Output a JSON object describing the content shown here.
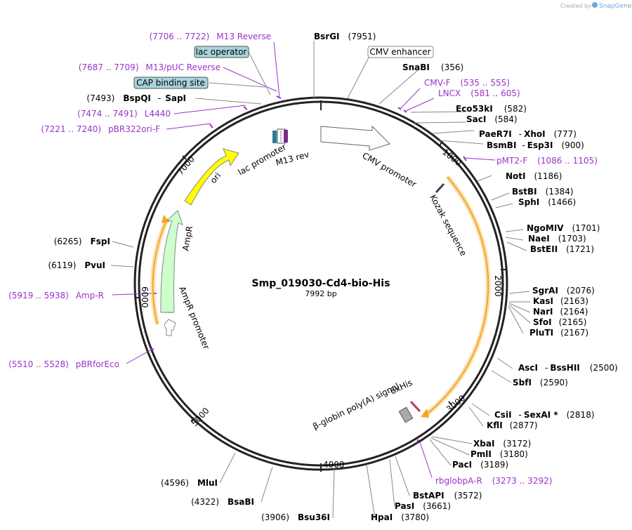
{
  "brand": {
    "created_by": "Created by",
    "name": "SnapGene"
  },
  "plasmid": {
    "name": "Smp_019030-Cd4-bio-His",
    "length": "7992 bp"
  },
  "ticks": [
    "1000",
    "2000",
    "3000",
    "4000",
    "5000",
    "6000",
    "7000"
  ],
  "features": {
    "cmv_promoter": "CMV promoter",
    "kozak": "Kozak sequence",
    "his": "6xHis",
    "polya": "β-globin poly(A) signal",
    "ampr": "AmpR",
    "ampr_promoter": "AmpR promoter",
    "ori": "ori",
    "lac_promoter": "lac promoter",
    "m13rev": "M13 rev"
  },
  "boxes": {
    "cmv_enhancer": "CMV enhancer",
    "lac_operator": "lac operator",
    "cap_site": "CAP binding site"
  },
  "enzymes": {
    "bsrgi": {
      "name": "BsrGI",
      "pos": "(7951)"
    },
    "snabi": {
      "name": "SnaBI",
      "pos": "(356)"
    },
    "eco53ki": {
      "name": "Eco53kI",
      "pos": "(582)"
    },
    "saci": {
      "name": "SacI",
      "pos": "(584)"
    },
    "paer7i": {
      "name": "PaeR7I",
      "sep": "-",
      "name2": "XhoI",
      "pos": "(777)"
    },
    "bsmbi": {
      "name": "BsmBI",
      "sep": "-",
      "name2": "Esp3I",
      "pos": "(900)"
    },
    "noti": {
      "name": "NotI",
      "pos": "(1186)"
    },
    "bstbi": {
      "name": "BstBI",
      "pos": "(1384)"
    },
    "sphi": {
      "name": "SphI",
      "pos": "(1466)"
    },
    "ngomiv": {
      "name": "NgoMIV",
      "pos": "(1701)"
    },
    "naei": {
      "name": "NaeI",
      "pos": "(1703)"
    },
    "bsteii": {
      "name": "BstEII",
      "pos": "(1721)"
    },
    "sgrai": {
      "name": "SgrAI",
      "pos": "(2076)"
    },
    "kasi": {
      "name": "KasI",
      "pos": "(2163)"
    },
    "nari": {
      "name": "NarI",
      "pos": "(2164)"
    },
    "sfoi": {
      "name": "SfoI",
      "pos": "(2165)"
    },
    "pluti": {
      "name": "PluTI",
      "pos": "(2167)"
    },
    "asci": {
      "name": "AscI",
      "sep": "-",
      "name2": "BssHII",
      "pos": "(2500)"
    },
    "sbfi": {
      "name": "SbfI",
      "pos": "(2590)"
    },
    "csii": {
      "name": "CsiI",
      "sep": "-",
      "name2": "SexAI *",
      "pos": "(2818)"
    },
    "kfli": {
      "name": "KflI",
      "pos": "(2877)"
    },
    "xbai": {
      "name": "XbaI",
      "pos": "(3172)"
    },
    "pmli": {
      "name": "PmlI",
      "pos": "(3180)"
    },
    "paci": {
      "name": "PacI",
      "pos": "(3189)"
    },
    "bstapi": {
      "name": "BstAPI",
      "pos": "(3572)"
    },
    "pasi": {
      "name": "PasI",
      "pos": "(3661)"
    },
    "hpai": {
      "name": "HpaI",
      "pos": "(3780)"
    },
    "bsu36i": {
      "name": "Bsu36I",
      "pos": "(3906)"
    },
    "bsabi": {
      "name": "BsaBI",
      "pos": "(4322)"
    },
    "mlui": {
      "name": "MluI",
      "pos": "(4596)"
    },
    "pvui": {
      "name": "PvuI",
      "pos": "(6119)"
    },
    "fspi": {
      "name": "FspI",
      "pos": "(6265)"
    },
    "bspqi": {
      "name": "BspQI",
      "sep": "-",
      "name2": "SapI",
      "pos": "(7493)"
    }
  },
  "primers": {
    "m13reverse": {
      "range": "(7706 .. 7722)",
      "name": "M13 Reverse"
    },
    "m13puc": {
      "range": "(7687 .. 7709)",
      "name": "M13/pUC Reverse"
    },
    "l4440": {
      "range": "(7474 .. 7491)",
      "name": "L4440"
    },
    "pbr322": {
      "range": "(7221 .. 7240)",
      "name": "pBR322ori-F"
    },
    "cmvf": {
      "name": "CMV-F",
      "range": "(535 .. 555)"
    },
    "lncx": {
      "name": "LNCX",
      "range": "(581 .. 605)"
    },
    "pmt2f": {
      "name": "pMT2-F",
      "range": "(1086 .. 1105)"
    },
    "rbglob": {
      "name": "rbglobpA-R",
      "range": "(3273 .. 3292)"
    },
    "ampr": {
      "range": "(5919 .. 5938)",
      "name": "Amp-R"
    },
    "pbrfor": {
      "range": "(5510 .. 5528)",
      "name": "pBRforEco"
    }
  },
  "colors": {
    "primer": "#9933cc",
    "ori": "#ffff00",
    "ampr": "#ccffcc",
    "orf": "#f5a623",
    "box": "#a8d4dc"
  }
}
